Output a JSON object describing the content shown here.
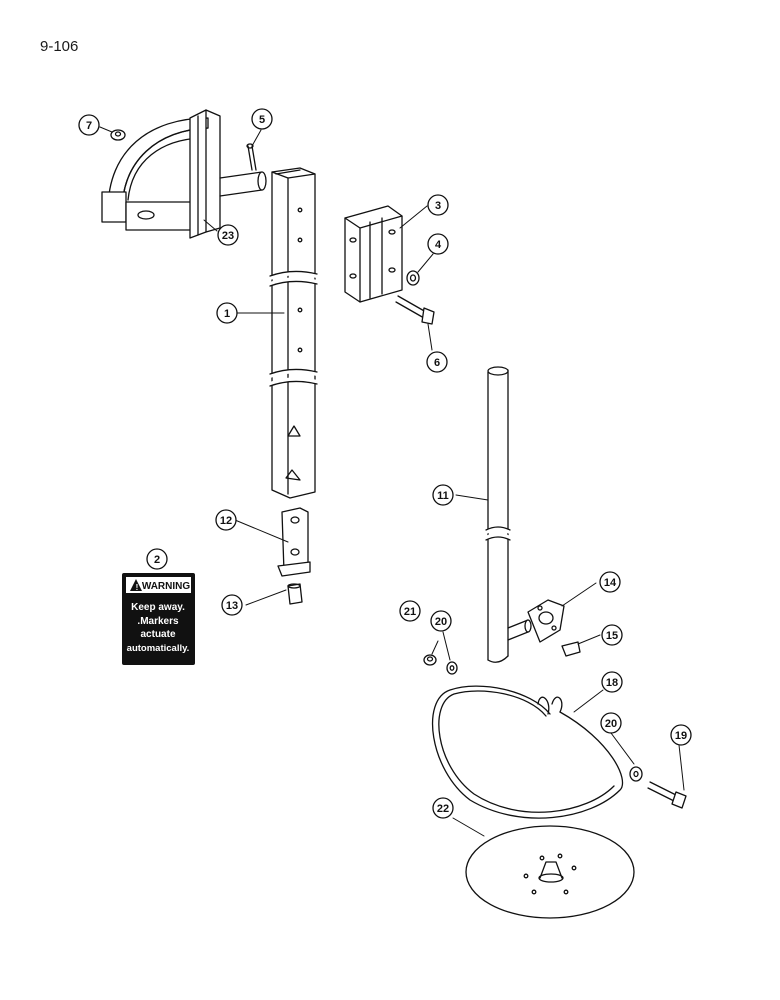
{
  "page_number": "9-106",
  "warning_decal": {
    "header": "WARNING",
    "line1": "Keep away.",
    "line2": ".Markers",
    "line3": "actuate",
    "line4": "automatically."
  },
  "callouts": {
    "c1": "1",
    "c2": "2",
    "c3": "3",
    "c4": "4",
    "c5": "5",
    "c6": "6",
    "c7": "7",
    "c11": "11",
    "c12": "12",
    "c13": "13",
    "c14": "14",
    "c15": "15",
    "c18": "18",
    "c19": "19",
    "c20a": "20",
    "c20b": "20",
    "c21": "21",
    "c22": "22",
    "c23": "23"
  },
  "colors": {
    "ink": "#111111",
    "paper": "#ffffff",
    "decal": "#111111"
  }
}
